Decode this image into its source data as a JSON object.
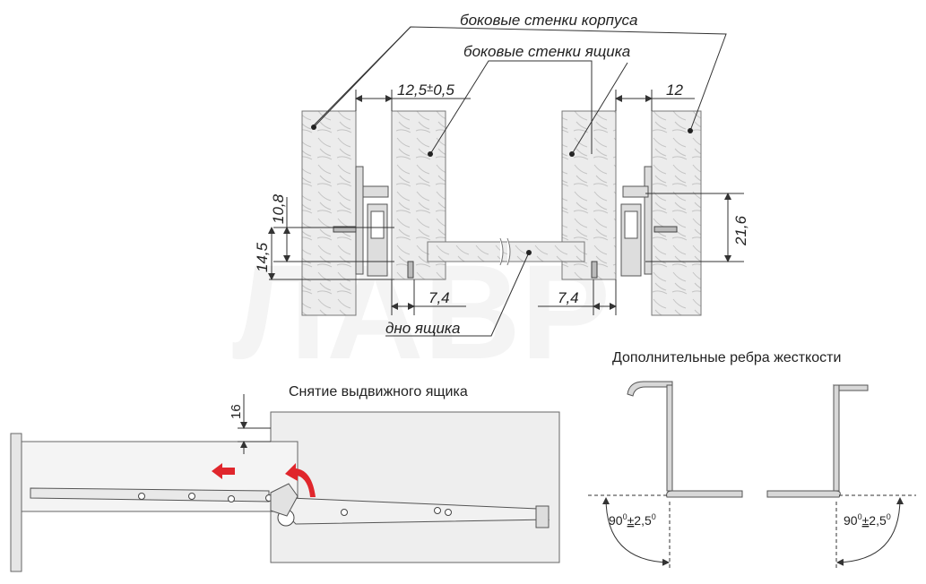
{
  "top_diagram": {
    "labels": {
      "case_walls": "боковые стенки корпуса",
      "drawer_walls": "боковые стенки ящика",
      "drawer_bottom": "дно ящика"
    },
    "dimensions": {
      "gap_left": "12,5",
      "gap_left_tol_sign": "±",
      "gap_left_tol": "0,5",
      "gap_right": "12",
      "height_small": "10,8",
      "height_left": "14,5",
      "height_right": "21,6",
      "offset_left": "7,4",
      "offset_right": "7,4"
    },
    "watermark": "ЛАВР"
  },
  "bottom_left": {
    "title": "Снятие выдвижного ящика",
    "dimension": "16",
    "arrow_color": "#e0262c"
  },
  "bottom_right": {
    "title": "Дополнительные ребра жесткости",
    "angle_left_main": "90",
    "angle_left_sup": "0",
    "angle_left_pm": "±",
    "angle_left_tol": "2,5",
    "angle_left_sup2": "0",
    "angle_right_main": "90",
    "angle_right_sup": "0",
    "angle_right_pm": "±",
    "angle_right_tol": "2,5",
    "angle_right_sup2": "0"
  },
  "colors": {
    "wood": "#ededed",
    "line": "#333333",
    "accent": "#e0262c"
  }
}
